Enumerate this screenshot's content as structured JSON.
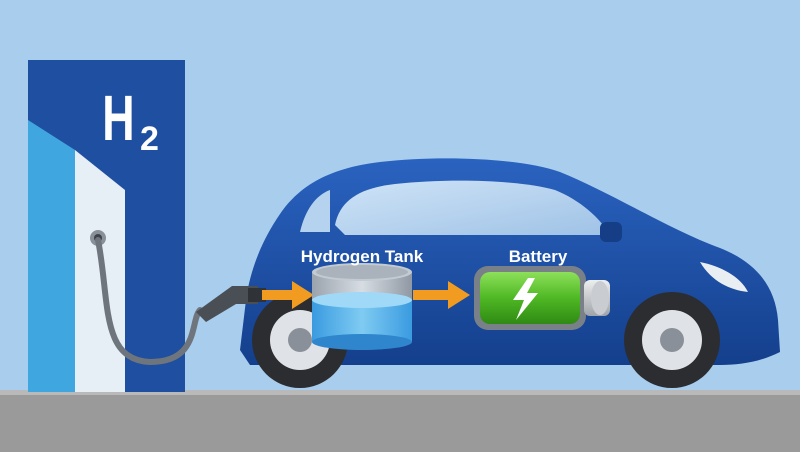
{
  "station": {
    "symbol_main": "H",
    "symbol_sub": "2"
  },
  "components": {
    "tank_label": "Hydrogen Tank",
    "battery_label": "Battery"
  },
  "colors": {
    "sky": "#a9cdec",
    "ground": "#9a9a9a",
    "station_dark": "#1f4fa0",
    "station_light": "#3fa6e0",
    "car_body": "#1b4ea3",
    "arrow": "#f29b21",
    "battery_green": "#5cc02c",
    "tank_water": "#5ab5ea"
  },
  "icons": [
    "lightning-bolt-icon",
    "fuel-nozzle-icon",
    "arrow-right-icon"
  ]
}
